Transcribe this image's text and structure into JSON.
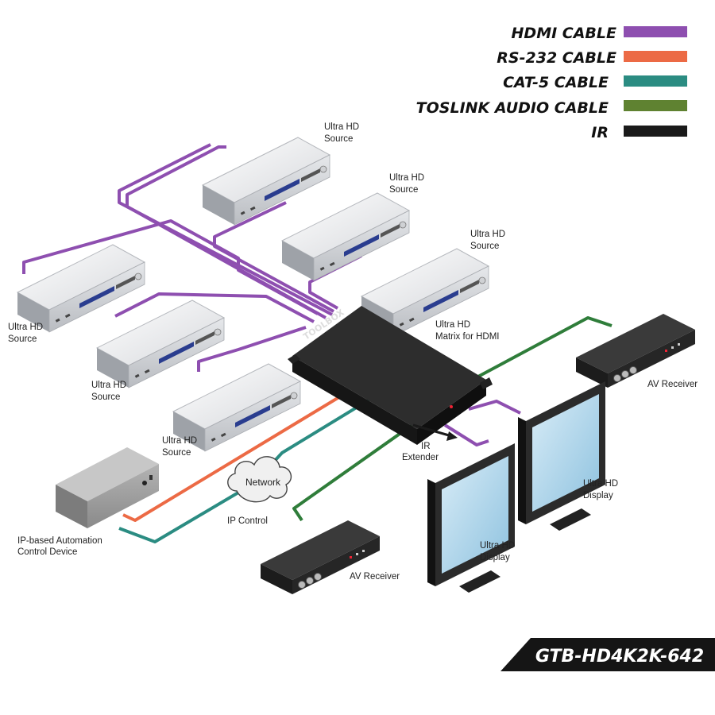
{
  "legend": {
    "items": [
      {
        "label": "HDMI CABLE",
        "color": "#8e4fb0"
      },
      {
        "label": "RS-232 CABLE",
        "color": "#ec6a45"
      },
      {
        "label": "CAT-5 CABLE",
        "color": "#2b8c82"
      },
      {
        "label": "TOSLINK AUDIO CABLE",
        "color": "#5f8231"
      },
      {
        "label": "IR",
        "color": "#1a1a1a"
      }
    ]
  },
  "labels": {
    "source_1": [
      "Ultra HD",
      "Source"
    ],
    "source_2": [
      "Ultra HD",
      "Source"
    ],
    "source_3": [
      "Ultra HD",
      "Source"
    ],
    "source_4": [
      "Ultra HD",
      "Source"
    ],
    "source_5": [
      "Ultra HD",
      "Source"
    ],
    "source_6": [
      "Ultra HD",
      "Source"
    ],
    "matrix": [
      "Ultra HD",
      "Matrix for HDMI"
    ],
    "ir_extender": [
      "IR",
      "Extender"
    ],
    "av_receiver_right": "AV Receiver",
    "av_receiver_bottom": "AV Receiver",
    "display_right": [
      "Ultra HD",
      "Display"
    ],
    "display_front": [
      "Ultra HD",
      "Display"
    ],
    "network_cloud": "Network",
    "ip_control": "IP Control",
    "automation": [
      "IP-based Automation",
      "Control Device"
    ]
  },
  "brand_text": "TOOLBOX",
  "model_number": "GTB-HD4K2K-642"
}
